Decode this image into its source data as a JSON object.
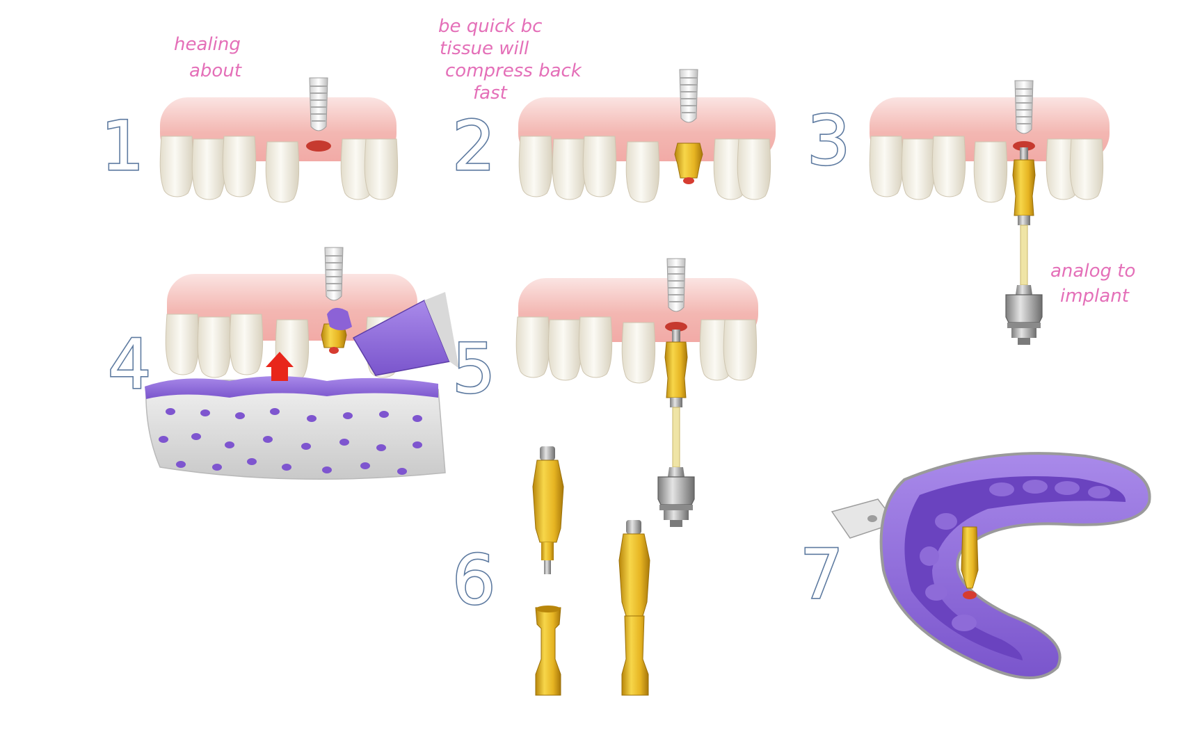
{
  "steps": [
    {
      "number": "1"
    },
    {
      "number": "2"
    },
    {
      "number": "3"
    },
    {
      "number": "4"
    },
    {
      "number": "5"
    },
    {
      "number": "6"
    },
    {
      "number": "7"
    }
  ],
  "annotations": {
    "step1_note": [
      "healing",
      "about"
    ],
    "step2_note": [
      "be quick bc",
      "tissue will",
      "compress back",
      "fast"
    ],
    "step3_note": [
      "analog to",
      "implant"
    ]
  },
  "colors": {
    "gum": "#f2b8b4",
    "tooth": "#f3f0e6",
    "gold": "#e8c23a",
    "impression": "#8f6ad8",
    "tray": "#e2e2e2",
    "arrow": "#e8261b",
    "number_stroke": "#5d7aa0",
    "handwriting": "#e46fb8"
  }
}
